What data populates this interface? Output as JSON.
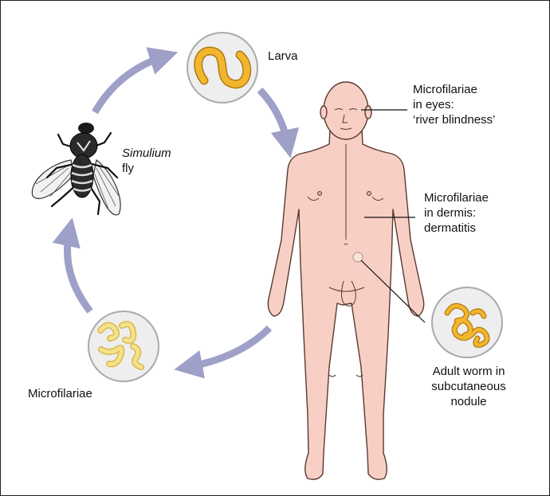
{
  "labels": {
    "larva": "Larva",
    "fly": {
      "genus": "Simulium",
      "word": "fly"
    },
    "microfilariae": "Microfilariae",
    "eyes": [
      "Microfilariae",
      "in eyes:",
      "‘river blindness’"
    ],
    "dermis": [
      "Microfilariae",
      "in dermis:",
      "dermatitis"
    ],
    "adult": [
      "Adult worm in",
      "subcutaneous",
      "nodule"
    ]
  },
  "colors": {
    "arrow": "#9ea0c8",
    "skin": "#f8cfc4",
    "skin_outline": "#5a3a32",
    "worm": "#f2b62e",
    "worm_pale": "#f6e28a",
    "circle_fill": "#eeeeee",
    "circle_stroke": "#aaaaaa"
  },
  "icons": [
    "fly-illustration",
    "larva-worm-icon",
    "microfilariae-worms-icon",
    "adult-worm-coil-icon",
    "human-figure"
  ]
}
